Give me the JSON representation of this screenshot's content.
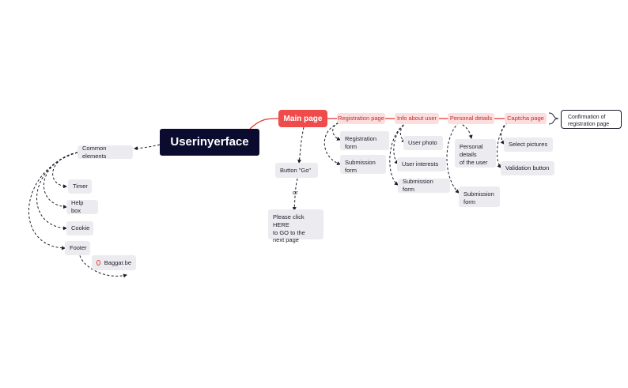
{
  "colors": {
    "root_bg": "#0b0b30",
    "main_bg": "#f04b4b",
    "pink_bg": "#fcdede",
    "pink_text": "#c22a2a",
    "grey_bg": "#ecebef",
    "edge": "#1d1d2b",
    "solid_edge": "#e53935"
  },
  "root": {
    "label": "Userinyerface"
  },
  "main": {
    "label": "Main page"
  },
  "pages": {
    "registration": "Registration page",
    "info": "Info about user",
    "personal": "Personal details",
    "captcha": "Captcha page",
    "confirmation": "Confirmation of\nregistration page"
  },
  "registration_children": {
    "form": "Registration\nform",
    "submission": "Submission\nform"
  },
  "info_children": {
    "photo": "User photo",
    "interests": "User interests",
    "submission": "Submission form"
  },
  "personal_children": {
    "details": "Personal\ndetails\nof the user",
    "submission": "Submission\nform"
  },
  "captcha_children": {
    "pictures": "Select pictures",
    "validation": "Validation button"
  },
  "main_children": {
    "button_go": "Button \"Go\"",
    "or": "or",
    "click_here": "Please click HERE\nto GO to the\nnext page"
  },
  "common": {
    "label": "Common elements",
    "timer": "Timer",
    "help": "Help box",
    "cookie": "Cookie",
    "footer": "Footer",
    "baggar": "Baggar.be",
    "baggar_icon": "baggar-logo-icon"
  }
}
